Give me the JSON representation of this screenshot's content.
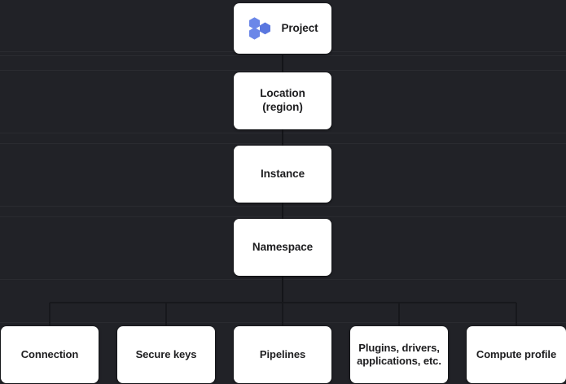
{
  "diagram": {
    "type": "hierarchy-tree",
    "background_color": "#212227",
    "node_color": "#ffffff",
    "node_text_color": "#1d1d1f",
    "connector_color": "#191a1e",
    "accent_color": "#6b87e8",
    "root": {
      "id": "project",
      "label": "Project",
      "icon": "hexagons-icon"
    },
    "levels": [
      {
        "id": "location",
        "label": "Location\n(region)"
      },
      {
        "id": "instance",
        "label": "Instance"
      },
      {
        "id": "namespace",
        "label": "Namespace"
      }
    ],
    "leaves": [
      {
        "id": "connection",
        "label": "Connection"
      },
      {
        "id": "secure-keys",
        "label": "Secure keys"
      },
      {
        "id": "pipelines",
        "label": "Pipelines"
      },
      {
        "id": "plugins",
        "label": "Plugins, drivers,\napplications, etc."
      },
      {
        "id": "compute-profile",
        "label": "Compute profile"
      }
    ]
  }
}
